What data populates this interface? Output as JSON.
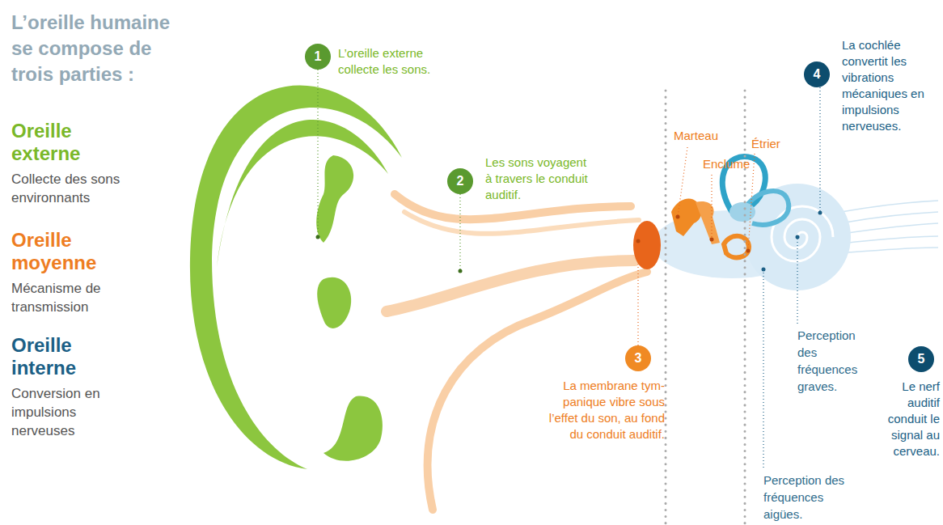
{
  "diagram": {
    "title": "L’oreille humaine se compose de trois parties :",
    "nodes": [
      {
        "text": [
          "1",
          "L’oreille externe collecte les sons."
        ]
      },
      {
        "text": [
          "2",
          "Les sons voyagent à travers le conduit auditif."
        ]
      },
      {
        "text": [
          "3",
          "La membrane tym- panique vibre sous l’effet du son, au fond du conduit auditif."
        ]
      },
      {
        "text": [
          "4",
          "La cochlée convertit les vibrations mécaniques en impulsions nerveuses."
        ]
      },
      {
        "text": [
          "5",
          "Le nerf auditif conduit le signal au cerveau."
        ]
      }
    ],
    "labels": [
      "Oreille externe",
      "Collecte des sons environnants",
      "Oreille moyenne",
      "Mécanisme de transmission",
      "Oreille interne",
      "Conversion en impulsions nerveuses",
      "Marteau",
      "Enclume",
      "Étrier",
      "Perception des fréquences graves.",
      "Perception des fréquences aigües."
    ]
  }
}
